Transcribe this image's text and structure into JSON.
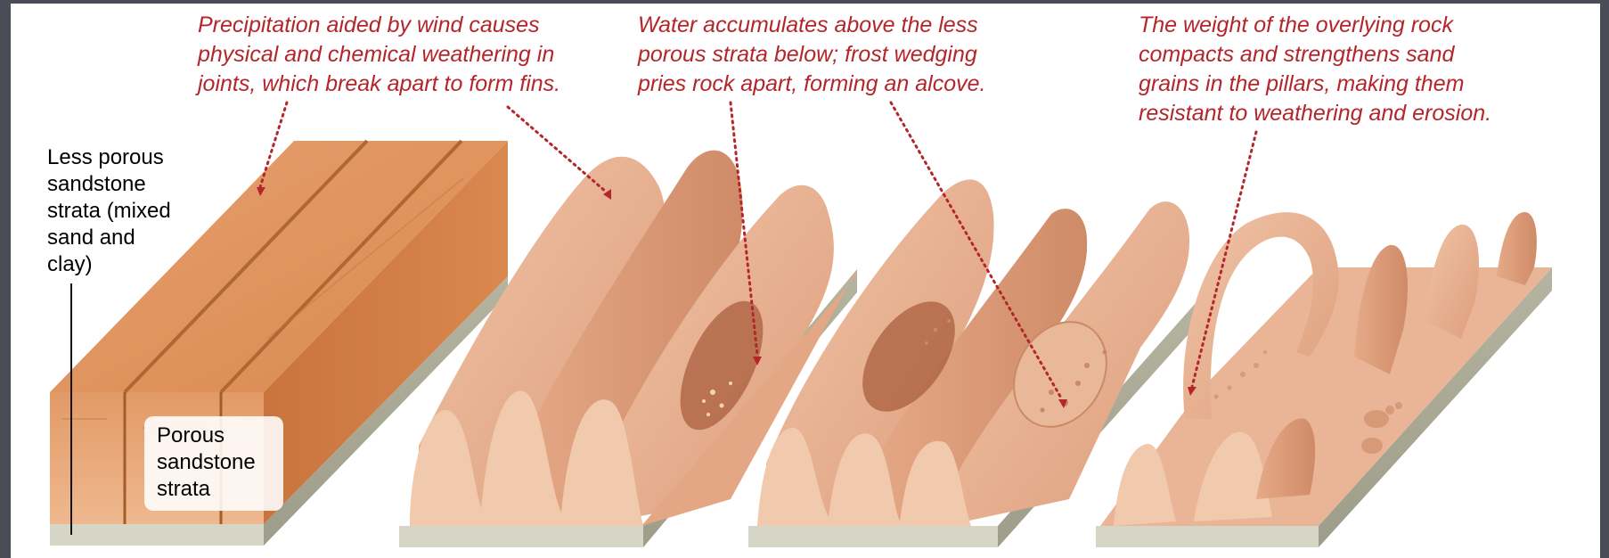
{
  "captions": {
    "stage1": "Precipitation aided by wind causes\nphysical and chemical weathering in\njoints, which break apart to form fins.",
    "stage2": "Water accumulates above the less\nporous strata below; frost wedging\npries rock apart, forming an alcove.",
    "stage3": "The weight of the overlying rock\ncompacts and strengthens sand\ngrains in the pillars, making them\nresistant to weathering and erosion."
  },
  "labels": {
    "less_porous": "Less porous\nsandstone\nstrata (mixed\nsand and\nclay)",
    "porous": "Porous\nsandstone\nstrata"
  },
  "colors": {
    "caption_text": "#b3262b",
    "rock_block": "#d98650",
    "rock_fin": "#e7ad8c",
    "base_strata": "#c9c9b8",
    "frame": "#4a4d55"
  }
}
